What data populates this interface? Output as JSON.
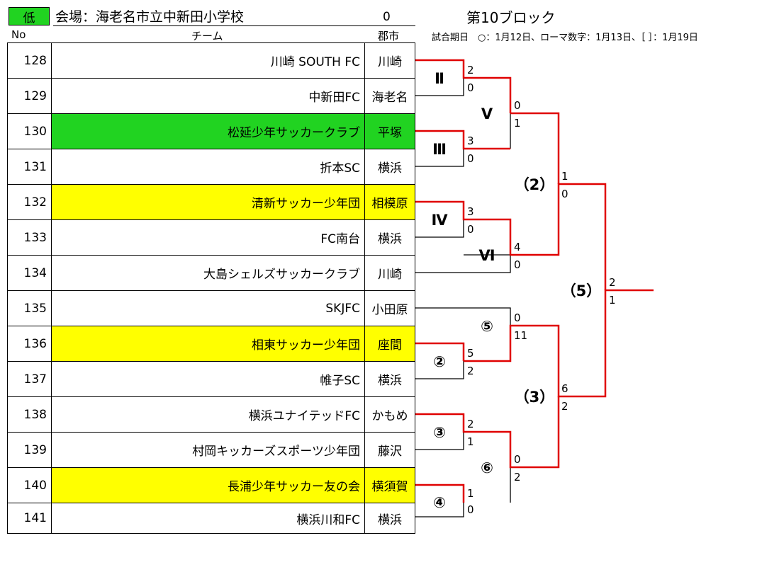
{
  "header": {
    "level": "低",
    "venue": "会場：海老名市立中新田小学校",
    "count": "0",
    "block_title": "第10ブロック",
    "col_no": "No",
    "col_team": "チーム",
    "col_city": "郡市",
    "legend": "試合期日　○：1月12日、ローマ数字：1月13日、［ ］：1月19日"
  },
  "colors": {
    "green": "#21d321",
    "yellow": "#ffff00",
    "winner_line": "#e00000"
  },
  "teams": [
    {
      "no": "128",
      "name": "川崎 SOUTH FC",
      "city": "川崎",
      "bg": ""
    },
    {
      "no": "129",
      "name": "中新田FC",
      "city": "海老名",
      "bg": ""
    },
    {
      "no": "130",
      "name": "松延少年サッカークラブ",
      "city": "平塚",
      "bg": "green"
    },
    {
      "no": "131",
      "name": "折本SC",
      "city": "横浜",
      "bg": ""
    },
    {
      "no": "132",
      "name": "清新サッカー少年団",
      "city": "相模原",
      "bg": "yellow"
    },
    {
      "no": "133",
      "name": "FC南台",
      "city": "横浜",
      "bg": ""
    },
    {
      "no": "134",
      "name": "大島シェルズサッカークラブ",
      "city": "川崎",
      "bg": ""
    },
    {
      "no": "135",
      "name": "SKJFC",
      "city": "小田原",
      "bg": ""
    },
    {
      "no": "136",
      "name": "相東サッカー少年団",
      "city": "座間",
      "bg": "yellow"
    },
    {
      "no": "137",
      "name": "帷子SC",
      "city": "横浜",
      "bg": ""
    },
    {
      "no": "138",
      "name": "横浜ユナイテッドFC",
      "city": "かもめ",
      "bg": ""
    },
    {
      "no": "139",
      "name": "村岡キッカーズスポーツ少年団",
      "city": "藤沢",
      "bg": ""
    },
    {
      "no": "140",
      "name": "長浦少年サッカー友の会",
      "city": "横須賀",
      "bg": "yellow"
    },
    {
      "no": "141",
      "name": "横浜川和FC",
      "city": "横浜",
      "bg": ""
    }
  ],
  "match_labels": {
    "m1": "Ⅱ",
    "m2": "Ⅲ",
    "m3": "Ⅳ",
    "m4": "②",
    "m5": "③",
    "m6": "④",
    "m7": "Ⅴ",
    "m8": "Ⅵ",
    "m9": "⑤",
    "m10": "⑥",
    "m11": "（2）",
    "m12": "（3）",
    "m13": "（5）"
  },
  "scores": {
    "m1": [
      "2",
      "0"
    ],
    "m2": [
      "3",
      "0"
    ],
    "m3": [
      "3",
      "0"
    ],
    "m4": [
      "5",
      "2"
    ],
    "m5": [
      "2",
      "1"
    ],
    "m6": [
      "1",
      "0"
    ],
    "m7": [
      "0",
      "1"
    ],
    "m8": [
      "4",
      "0"
    ],
    "m9": [
      "0",
      "11"
    ],
    "m10": [
      "0",
      "2"
    ],
    "m11": [
      "1",
      "0"
    ],
    "m12": [
      "6",
      "2"
    ],
    "m13": [
      "2",
      "1"
    ]
  }
}
